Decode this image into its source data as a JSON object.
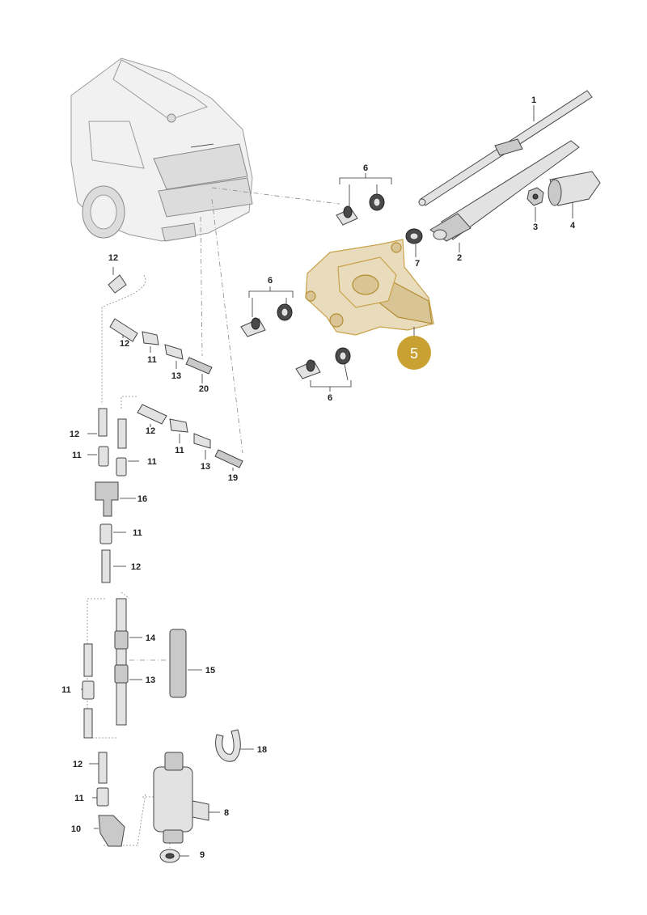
{
  "highlight": {
    "number": "5",
    "color": "#c9a032"
  },
  "labels": {
    "p1": "1",
    "p2": "2",
    "p3": "3",
    "p4": "4",
    "p6a": "6",
    "p6b": "6",
    "p6c": "6",
    "p7": "7",
    "p8": "8",
    "p9": "9",
    "p10": "10",
    "p11a": "11",
    "p11b": "11",
    "p11c": "11",
    "p11d": "11",
    "p11e": "11",
    "p11f": "11",
    "p12a": "12",
    "p12b": "12",
    "p12c": "12",
    "p12d": "12",
    "p12e": "12",
    "p12f": "12",
    "p13a": "13",
    "p13b": "13",
    "p13c": "13",
    "p14": "14",
    "p15": "15",
    "p16": "16",
    "p18": "18",
    "p19": "19",
    "p20": "20"
  }
}
